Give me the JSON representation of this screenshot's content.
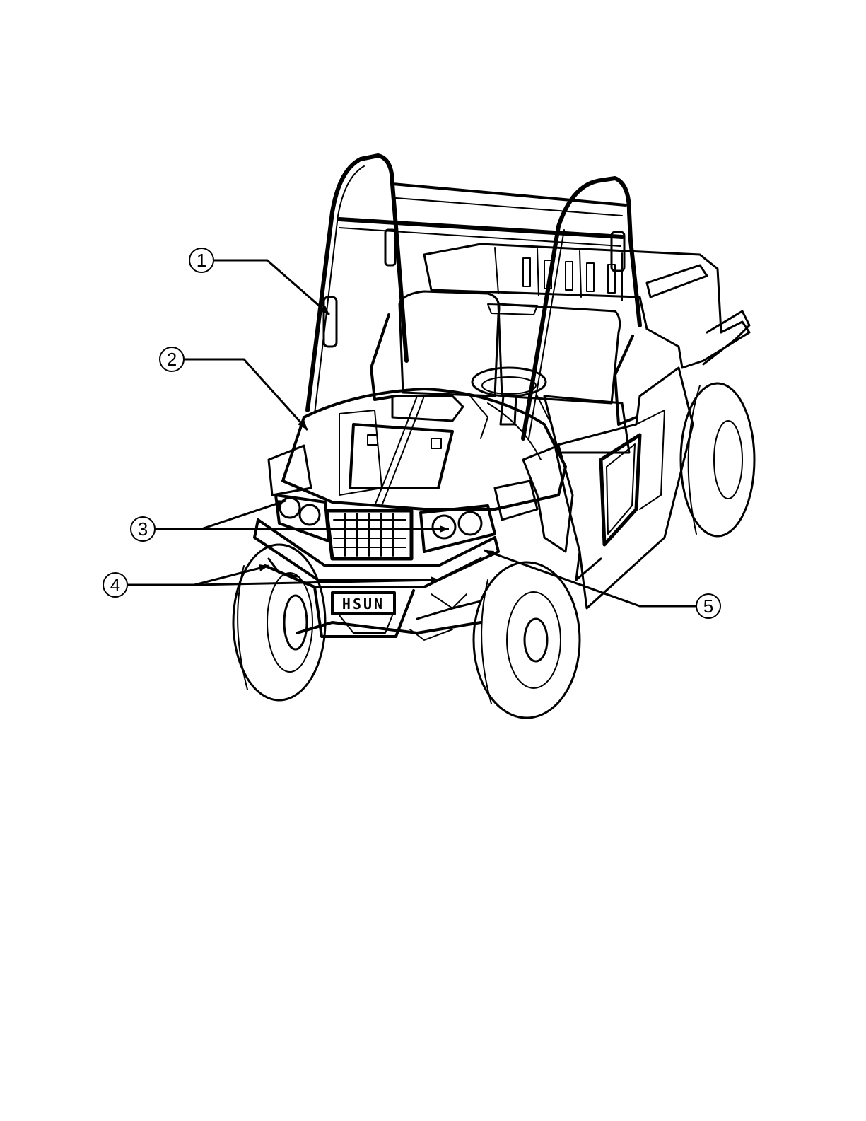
{
  "diagram": {
    "callouts": [
      {
        "id": "1",
        "label": "1"
      },
      {
        "id": "2",
        "label": "2"
      },
      {
        "id": "3",
        "label": "3"
      },
      {
        "id": "4",
        "label": "4"
      },
      {
        "id": "5",
        "label": "5"
      }
    ],
    "plate_text": "HSUN",
    "colors": {
      "ink": "#000000",
      "paper": "#ffffff"
    }
  }
}
